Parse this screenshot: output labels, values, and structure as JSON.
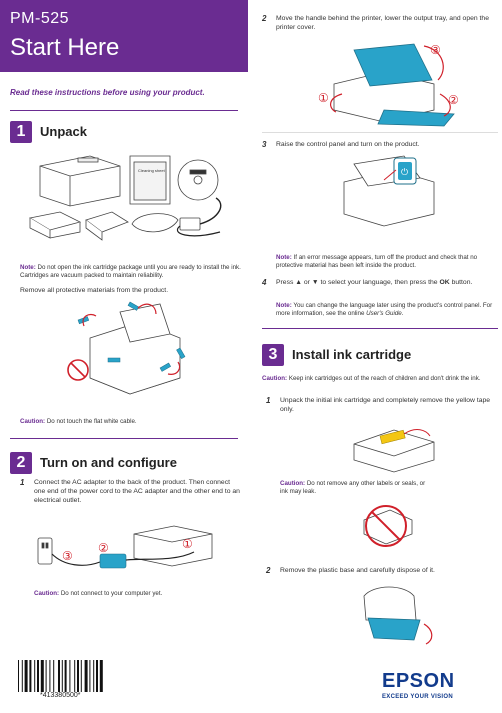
{
  "header": {
    "model": "PM-525",
    "title": "Start Here"
  },
  "intro": "Read these instructions before using your product.",
  "section1": {
    "number": "1",
    "title": "Unpack",
    "note_label": "Note:",
    "note_text": "Do not open the ink cartridge package until you are ready to install the ink. Cartridges are vacuum packed to maintain reliability.",
    "body": "Remove all protective materials from the product.",
    "caution_label": "Caution:",
    "caution_text": "Do not touch the flat white cable.",
    "cleaning_sheet_label": "Cleaning sheet"
  },
  "section2": {
    "number": "2",
    "title": "Turn on and configure",
    "step1_num": "1",
    "step1_text": "Connect the AC adapter to the back of the product. Then connect one end of the power cord to the AC adapter and the other end to an electrical outlet.",
    "caution_label": "Caution:",
    "caution_text": "Do not connect to your computer yet.",
    "step2_num": "2",
    "step2_text": "Move the handle behind the printer, lower the output tray, and open the printer cover.",
    "step3_num": "3",
    "step3_text": "Raise the control panel and turn on the product.",
    "note1_label": "Note:",
    "note1_text": "If an error message appears, turn off the product and check that no protective material has been left inside the product.",
    "step4_num": "4",
    "step4_text_a": "Press",
    "step4_text_or": "or",
    "step4_text_b": "to select your language, then press the",
    "step4_ok": "OK",
    "step4_text_c": "button.",
    "note2_label": "Note:",
    "note2_text": "You can change the language later using the product's control panel. For more information, see the online",
    "note2_guide": "User's Guide",
    "note2_end": "."
  },
  "section3": {
    "number": "3",
    "title": "Install ink cartridge",
    "caution_label": "Caution:",
    "caution_text": "Keep ink cartridges out of the reach of children and don't drink the ink.",
    "step1_num": "1",
    "step1_text": "Unpack the initial ink cartridge and completely remove the yellow tape only.",
    "caution2_label": "Caution:",
    "caution2_text": "Do not remove any other labels or seals, or ink may leak.",
    "step2_num": "2",
    "step2_text": "Remove the plastic base and carefully dispose of it."
  },
  "callouts": {
    "one": "①",
    "two": "②",
    "three": "③"
  },
  "footer": {
    "barcode_text": "*413380500*",
    "brand": "EPSON",
    "tagline": "EXCEED YOUR VISION"
  },
  "colors": {
    "purple": "#6a2c91",
    "blue_accent": "#29a3c9",
    "red_callout": "#d0202a",
    "epson_blue": "#123b8c"
  }
}
